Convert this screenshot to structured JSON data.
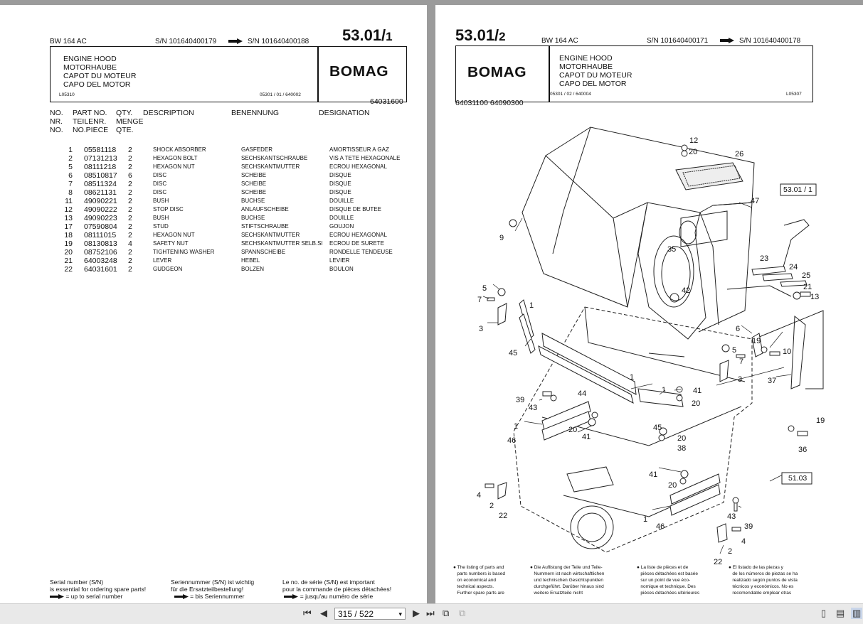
{
  "left": {
    "model": "BW 164 AC",
    "sn_from": "S/N 101640400179",
    "sn_to": "S/N 101640400188",
    "page_no": "53.01/",
    "page_sub": "1",
    "titles": [
      "ENGINE HOOD",
      "MOTORHAUBE",
      "CAPOT DU MOTEUR",
      "CAPO DEL MOTOR"
    ],
    "code_left": "L05310",
    "code_mid": "05301 / 01 / 640002",
    "logo": "BOMAG",
    "assembly_no": "64031600",
    "headers": {
      "no": [
        "NO.",
        "NR.",
        "NO."
      ],
      "part": [
        "PART NO.",
        "TEILENR.",
        "NO.PIECE"
      ],
      "qty": [
        "QTY.",
        "MENGE",
        "QTE."
      ],
      "description": "DESCRIPTION",
      "benennung": "BENENNUNG",
      "designation": "DESIGNATION"
    },
    "parts": [
      {
        "no": "1",
        "part": "05581118",
        "qty": "2",
        "desc": "SHOCK ABSORBER",
        "ben": "GASFEDER",
        "des": "AMORTISSEUR A GAZ"
      },
      {
        "no": "2",
        "part": "07131213",
        "qty": "2",
        "desc": "HEXAGON BOLT",
        "ben": "SECHSKANTSCHRAUBE",
        "des": "VIS A TETE HEXAGONALE"
      },
      {
        "no": "5",
        "part": "08111218",
        "qty": "2",
        "desc": "HEXAGON NUT",
        "ben": "SECHSKANTMUTTER",
        "des": "ECROU HEXAGONAL"
      },
      {
        "no": "6",
        "part": "08510817",
        "qty": "6",
        "desc": "DISC",
        "ben": "SCHEIBE",
        "des": "DISQUE"
      },
      {
        "no": "7",
        "part": "08511324",
        "qty": "2",
        "desc": "DISC",
        "ben": "SCHEIBE",
        "des": "DISQUE"
      },
      {
        "no": "8",
        "part": "08621131",
        "qty": "2",
        "desc": "DISC",
        "ben": "SCHEIBE",
        "des": "DISQUE"
      },
      {
        "no": "11",
        "part": "49090221",
        "qty": "2",
        "desc": "BUSH",
        "ben": "BUCHSE",
        "des": "DOUILLE"
      },
      {
        "no": "12",
        "part": "49090222",
        "qty": "2",
        "desc": "STOP DISC",
        "ben": "ANLAUFSCHEIBE",
        "des": "DISQUE DE BUTEE"
      },
      {
        "no": "13",
        "part": "49090223",
        "qty": "2",
        "desc": "BUSH",
        "ben": "BUCHSE",
        "des": "DOUILLE"
      },
      {
        "no": "17",
        "part": "07590804",
        "qty": "2",
        "desc": "STUD",
        "ben": "STIFTSCHRAUBE",
        "des": "GOUJON"
      },
      {
        "no": "18",
        "part": "08111015",
        "qty": "2",
        "desc": "HEXAGON NUT",
        "ben": "SECHSKANTMUTTER",
        "des": "ECROU HEXAGONAL"
      },
      {
        "no": "19",
        "part": "08130813",
        "qty": "4",
        "desc": "SAFETY NUT",
        "ben": "SECHSKANTMUTTER SELB.SI",
        "des": "ECROU DE SURETE"
      },
      {
        "no": "20",
        "part": "08752106",
        "qty": "2",
        "desc": "TIGHTENING WASHER",
        "ben": "SPANNSCHEIBE",
        "des": "RONDELLE TENDEUSE"
      },
      {
        "no": "21",
        "part": "64003248",
        "qty": "2",
        "desc": "LEVER",
        "ben": "HEBEL",
        "des": "LEVIER"
      },
      {
        "no": "22",
        "part": "64031601",
        "qty": "2",
        "desc": "GUDGEON",
        "ben": "BOLZEN",
        "des": "BOULON"
      }
    ],
    "footer": {
      "en": [
        "Serial number (S/N)",
        "is essential for ordering spare parts!",
        "= up to serial number"
      ],
      "de": [
        "Seriennummer (S/N) ist wichtig",
        "für die Ersatzteilbestellung!",
        "= bis Seriennummer"
      ],
      "fr": [
        "Le no. de série (S/N) est important",
        "pour la commande de pièces détachées!",
        "= jusqu'au numéro de série"
      ]
    }
  },
  "right": {
    "page_no": "53.01/",
    "page_sub": "2",
    "model": "BW 164 AC",
    "sn_from": "S/N 101640400171",
    "sn_to": "S/N 101640400178",
    "logo": "BOMAG",
    "titles": [
      "ENGINE HOOD",
      "MOTORHAUBE",
      "CAPOT DU MOTEUR",
      "CAPO DEL MOTOR"
    ],
    "code_mid": "05301 / 02 / 640004",
    "code_right": "L05307",
    "assembly_nos": "64031100  64090300",
    "ref_top": "53.01 / 1",
    "ref_bottom": "51.03",
    "notes": {
      "en": [
        "The listing of parts and",
        "parts numbers is based",
        "on economical and",
        "technical aspects.",
        "Further spare parts are"
      ],
      "de": [
        "Die Auflistung der Teile und Teile-",
        "Nummern ist nach wirtschaftlichen",
        "und technischen Gesichtspunkten",
        "durchgeführt. Darüber hinaus sind",
        "weitere Ersatzteile nicht"
      ],
      "fr": [
        "La liste de pièces et de",
        "pièces détachées est basée",
        "sur un point de vue éco-",
        "nomique et technique. Des",
        "pièces détachées ultérieures"
      ],
      "es": [
        "El listado de las piezas y",
        "de los números de piezas se ha",
        "realizado según puntos de vista",
        "técnicos y económicos. No es",
        "recomendable emplear otras"
      ]
    }
  },
  "toolbar": {
    "page_value": "315 / 522"
  }
}
